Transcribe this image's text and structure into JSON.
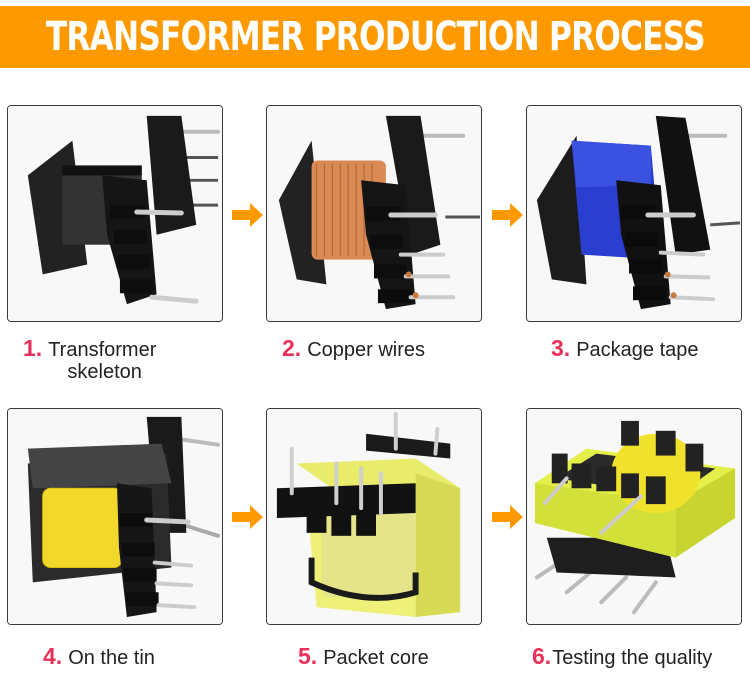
{
  "header": {
    "title": "TRANSFORMER PRODUCTION PROCESS",
    "background": "#ff9900"
  },
  "colors": {
    "accent": "#ff9900",
    "step_number": "#e8305a",
    "text": "#222222",
    "border": "#3a3a3a"
  },
  "steps": [
    {
      "number": "1.",
      "label": "Transformer",
      "label_line2": "skeleton",
      "image": "black-bobbin-skeleton"
    },
    {
      "number": "2.",
      "label": "Copper wires",
      "image": "bobbin-with-copper-winding"
    },
    {
      "number": "3.",
      "label": "Package tape",
      "image": "bobbin-with-blue-tape"
    },
    {
      "number": "4.",
      "label": "On the tin",
      "image": "bobbin-with-yellow-tape-tinned"
    },
    {
      "number": "5.",
      "label": "Packet core",
      "image": "transformer-with-core"
    },
    {
      "number": "6.",
      "label": "Testing the quality",
      "image": "finished-transformer"
    }
  ],
  "arrows": [
    "arrow-right",
    "arrow-right",
    "arrow-right",
    "arrow-right"
  ]
}
